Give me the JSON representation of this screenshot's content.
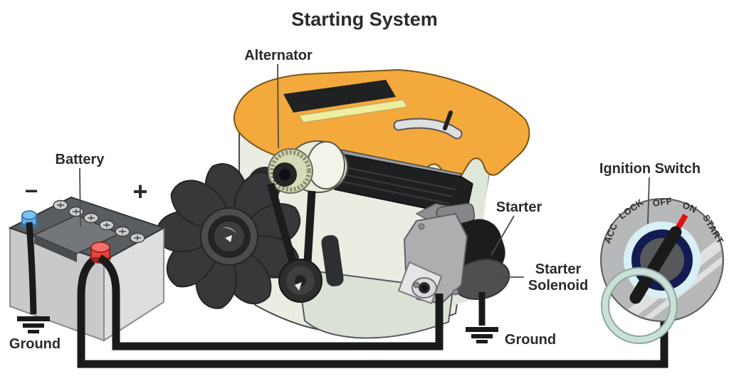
{
  "title": "Starting System",
  "components": {
    "battery": {
      "label": "Battery",
      "negative_sign": "−",
      "positive_sign": "+",
      "ground_label": "Ground"
    },
    "alternator": {
      "label": "Alternator"
    },
    "starter": {
      "label": "Starter"
    },
    "starter_solenoid": {
      "label_line1": "Starter",
      "label_line2": "Solenoid",
      "ground_label": "Ground"
    },
    "ignition_switch": {
      "label": "Ignition Switch",
      "positions": [
        "ACC",
        "LOCK",
        "OFF",
        "ON",
        "START"
      ]
    }
  },
  "colors": {
    "wire": "#1a1a1a",
    "label_text": "#2b2b2b",
    "engine_cover": "#f4a93c",
    "engine_block": "#e9ede2",
    "engine_pan": "#d9e2d4",
    "manifold": "#1e1f21",
    "fan": "#37383a",
    "belt": "#1b1c1d",
    "stripe": "#efeda0",
    "pulley_cream": "#e9ecd8",
    "battery_top": "#5a5d5f",
    "battery_left": "#c7c9cb",
    "battery_right": "#dcdee0",
    "terminal_blue": "#5fb2ec",
    "terminal_red": "#e8433c",
    "starter_body": "#1b1c1d",
    "starter_housing": "#acaeb0",
    "solenoid": "#4d4f51",
    "ignition_bezel": "#b7b8ba",
    "ignition_ring_light": "#d8eff6",
    "ignition_ring_navy": "#121b52",
    "ignition_center": "#56585a",
    "ignition_red_mark": "#e01010",
    "keyring": "#c9e1d7"
  }
}
